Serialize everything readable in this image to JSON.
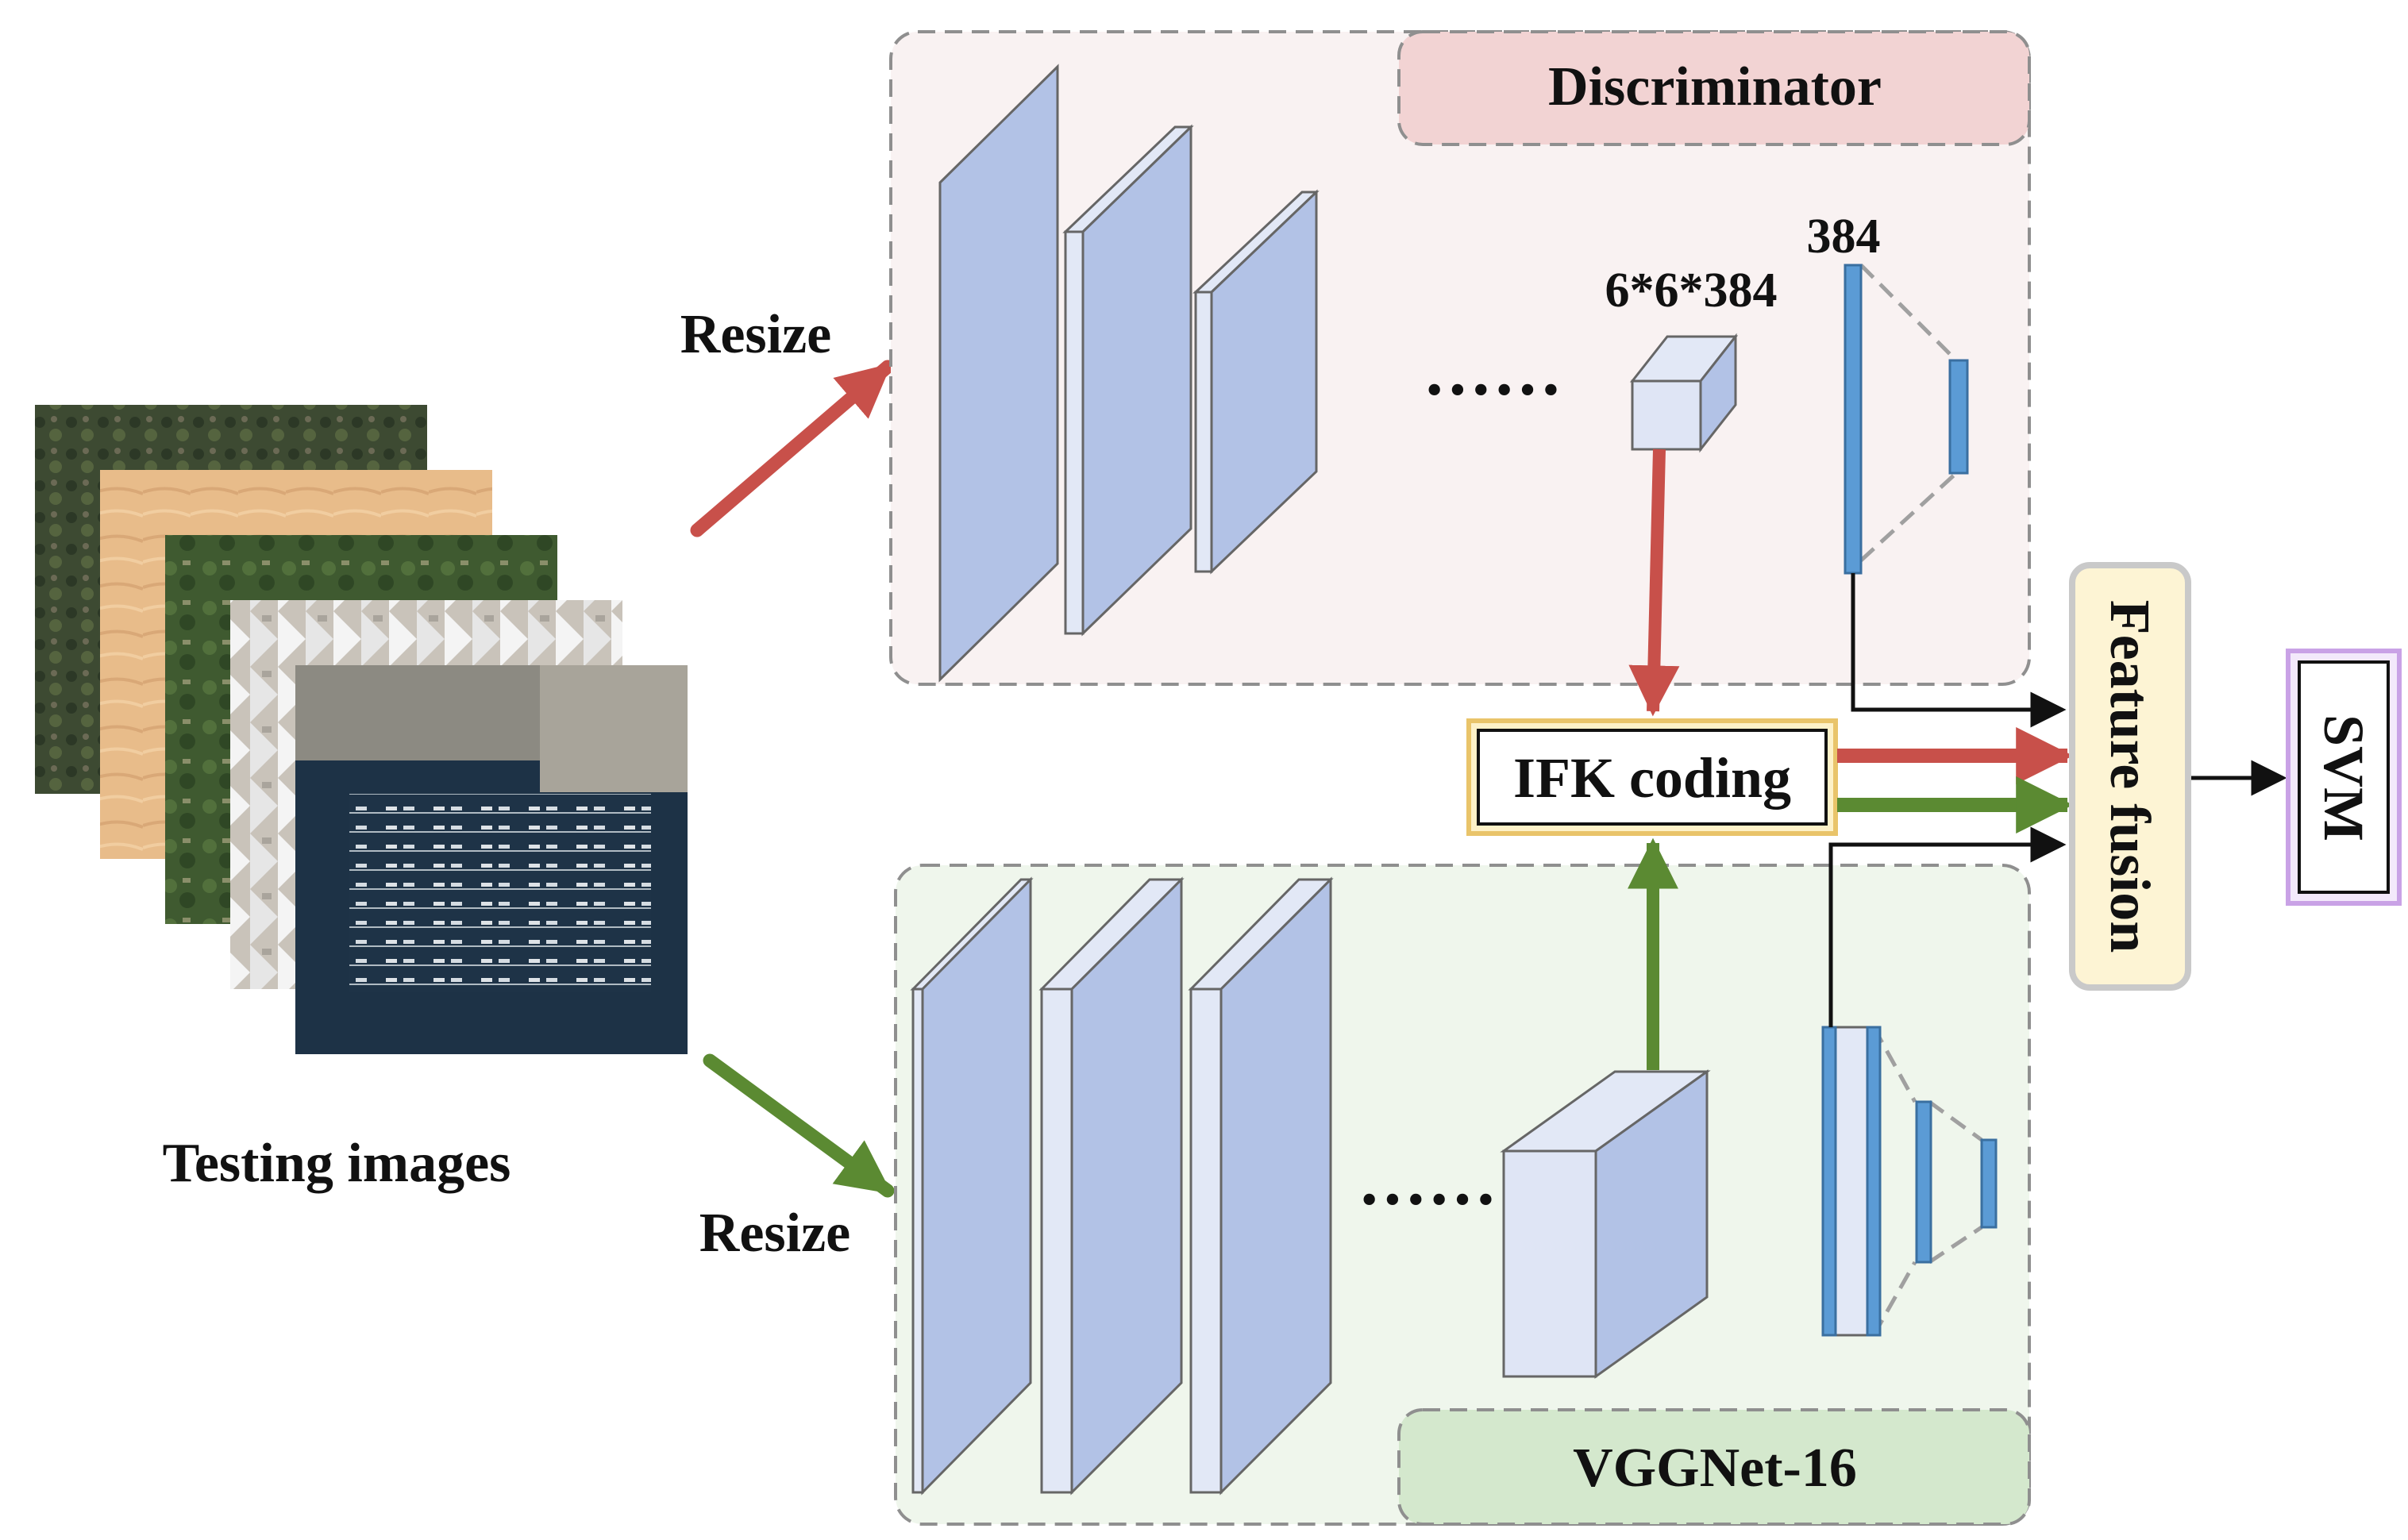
{
  "labels": {
    "testing_images": "Testing images",
    "resize_top": "Resize",
    "resize_bottom": "Resize",
    "discriminator": "Discriminator",
    "vggnet": "VGGNet-16",
    "dims_384": "384",
    "dims_cube": "6*6*384",
    "ifk_coding": "IFK coding",
    "feature_fusion": "Feature fusion",
    "svm": "SVM",
    "ellipsis_top": "······",
    "ellipsis_bottom": "······"
  },
  "colors": {
    "discriminator_panel": "#f9f2f2",
    "discriminator_tag": "#f2d3d3",
    "vgg_panel": "#eff6ec",
    "vgg_tag": "#d4e8cd",
    "layer_front": "#b2c2e6",
    "layer_side": "#e2e8f6",
    "fc_bar": "#5b9bd5",
    "red_arrow": "#c8504a",
    "green_arrow": "#5b8a32",
    "ifk_border": "#e9c46a",
    "fusion_fill": "#fdf4d4",
    "fusion_border": "#c9c9c9",
    "svm_border": "#c9a2e6"
  }
}
